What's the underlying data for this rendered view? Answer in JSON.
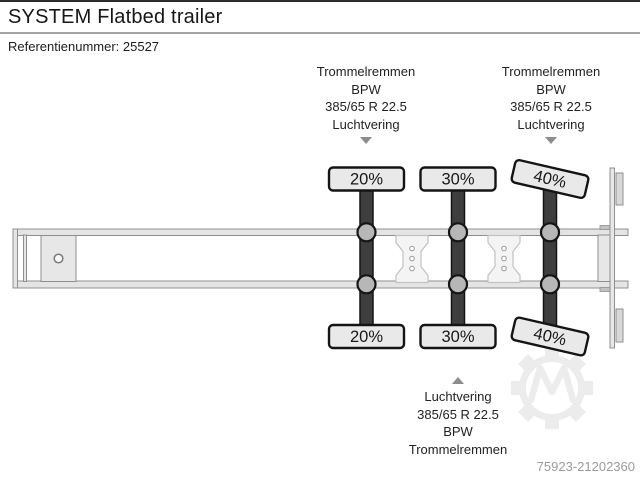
{
  "header": {
    "title": "SYSTEM Flatbed trailer",
    "reference": "Referentienummer: 25527"
  },
  "annotations": {
    "top_left": {
      "lines": [
        "Trommelremmen",
        "BPW",
        "385/65 R 22.5",
        "Luchtvering"
      ]
    },
    "top_right": {
      "lines": [
        "Trommelremmen",
        "BPW",
        "385/65 R 22.5",
        "Luchtvering"
      ]
    },
    "bottom": {
      "lines": [
        "Luchtvering",
        "385/65 R 22.5",
        "BPW",
        "Trommelremmen"
      ]
    }
  },
  "diagram": {
    "axle_loads": {
      "axle1_top": "20%",
      "axle1_bottom": "20%",
      "axle2_top": "30%",
      "axle2_bottom": "30%",
      "axle3_top": "40%",
      "axle3_bottom": "40%"
    }
  },
  "footer": {
    "listing_id": "75923-21202360"
  },
  "colors": {
    "rule_dark": "#2b2b2b",
    "rule_gray": "#a3a3a3",
    "arrow_gray": "#8c8c8c",
    "id_gray": "#9b9b9b",
    "axle_dark": "#3e3e3e",
    "hub_gray": "#b7b7b7",
    "wheel_fill": "#e9e9e9",
    "watermark": "#ececec"
  }
}
